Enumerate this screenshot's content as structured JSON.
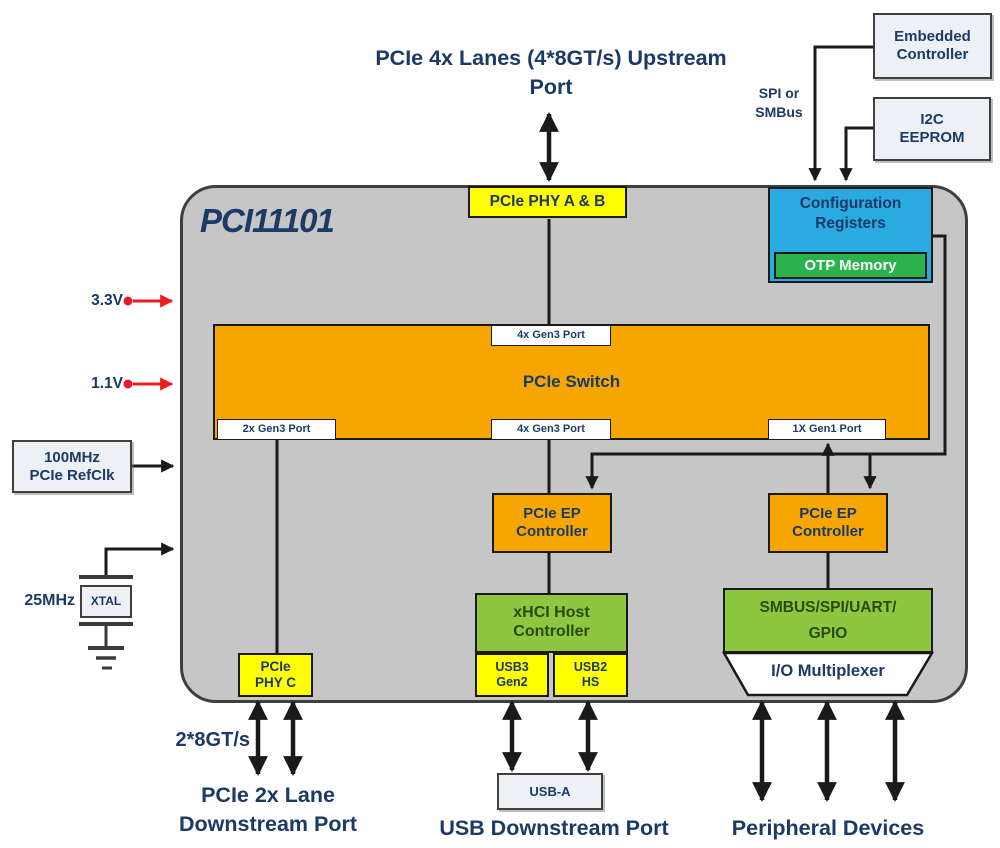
{
  "title": "PCI11101",
  "upstream": {
    "line1": "PCIe 4x Lanes (4*8GT/s)",
    "line2": "Upstream Port"
  },
  "externals": {
    "embedded_controller": {
      "line1": "Embedded",
      "line2": "Controller"
    },
    "i2c_eeprom": {
      "line1": "I2C",
      "line2": "EEPROM"
    },
    "spi_smbus": {
      "line1": "SPI or",
      "line2": "SMBus"
    },
    "rail_3v3": "3.3V",
    "rail_1v1": "1.1V",
    "refclk": {
      "line1": "100MHz",
      "line2": "PCIe RefClk"
    },
    "xtal_freq": "25MHz",
    "xtal": "XTAL",
    "usb_a": "USB-A"
  },
  "config_registers": {
    "line1": "Configuration",
    "line2": "Registers",
    "otp": "OTP Memory"
  },
  "phy_ab": "PCIe PHY A & B",
  "pcie_switch": {
    "label": "PCIe Switch",
    "upstream_port": "4x Gen3 Port",
    "down_port_left": "2x Gen3 Port",
    "down_port_mid": "4x Gen3 Port",
    "down_port_right": "1X Gen1 Port"
  },
  "blocks": {
    "ep_left": {
      "line1": "PCIe EP",
      "line2": "Controller"
    },
    "ep_right": {
      "line1": "PCIe EP",
      "line2": "Controller"
    },
    "xhci": {
      "line1": "xHCI Host",
      "line2": "Controller"
    },
    "usb3": {
      "line1": "USB3",
      "line2": "Gen2"
    },
    "usb2": {
      "line1": "USB2",
      "line2": "HS"
    },
    "smbus": {
      "line1": "SMBUS/SPI/UART/",
      "line2": "GPIO"
    },
    "io_mux": "I/O Multiplexer",
    "phy_c": {
      "line1": "PCIe",
      "line2": "PHY C"
    }
  },
  "captions": {
    "gts": "2*8GT/s",
    "pcie_downstream": {
      "line1": "PCIe 2x Lane",
      "line2": "Downstream Port"
    },
    "usb_downstream": "USB Downstream Port",
    "peripheral": "Peripheral Devices"
  },
  "colors": {
    "chip_gray": "#C6C6C6",
    "yellow": "#FFFF00",
    "orange": "#F7A600",
    "green": "#8DC63F",
    "otp_green": "#2BB24C",
    "config_blue": "#29ABE2",
    "external_fill": "#EDF0F5",
    "text_navy": "#1B3A66",
    "text_dark_green": "#2A4A12",
    "line_black": "#1A1A1A",
    "power_red": "#ED1C24"
  }
}
